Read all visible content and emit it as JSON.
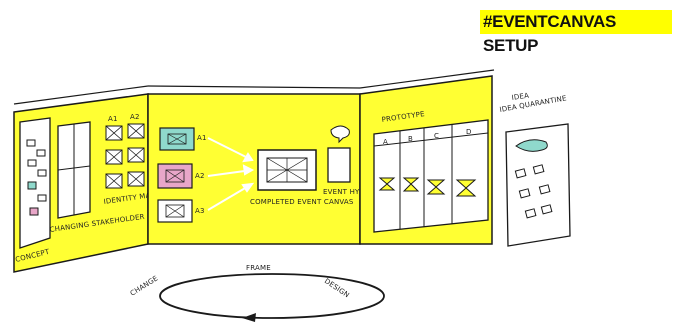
{
  "header": {
    "tag": "#EVENTCANVAS SETUP"
  },
  "walls": {
    "left": {
      "labels": [
        "CONCEPT",
        "CHANGING STAKEHOLDER",
        "IDENTITY MAPS"
      ],
      "column_marks": [
        "A1",
        "A2"
      ]
    },
    "center": {
      "side_marks": [
        "A1",
        "A2",
        "A3"
      ],
      "main_label": "COMPLETED EVENT CANVAS",
      "side_label": "EVENT HYPOTHESIS"
    },
    "right": {
      "title": "PROTOTYPE",
      "columns": [
        "A",
        "B",
        "C",
        "D"
      ]
    },
    "quarantine": {
      "label": "IDEA QUARANTINE"
    }
  },
  "cycle": {
    "labels": [
      "CHANGE",
      "FRAME",
      "DESIGN"
    ]
  },
  "colors": {
    "wall": "#ffff33",
    "tag_bg": "#ffff00",
    "ink": "#1a1a1a",
    "teal": "#8fd9cc",
    "pink": "#e8a6c8"
  }
}
